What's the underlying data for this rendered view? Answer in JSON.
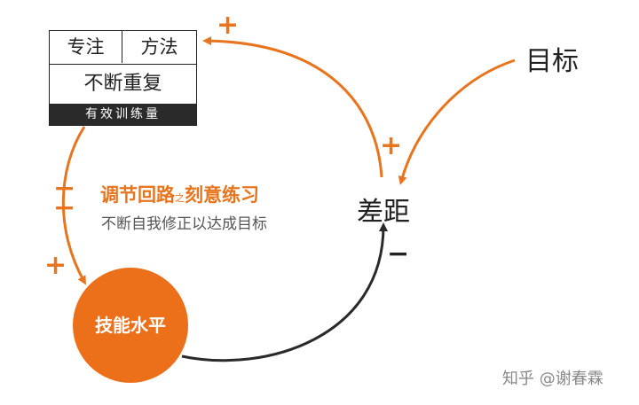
{
  "box": {
    "focus": "专注",
    "method": "方法",
    "repeat": "不断重复",
    "practice": "有效训练量"
  },
  "target": "目标",
  "gap": "差距",
  "skill": "技能水平",
  "title": {
    "main1": "调节回路",
    "connector": "之",
    "main2": "刻意练习"
  },
  "subtitle": "不断自我修正以达成目标",
  "signs": {
    "plus": "+",
    "minus": "−"
  },
  "watermark": "知乎 @谢春霖",
  "colors": {
    "orange": "#e8741e",
    "dark": "#222222"
  }
}
